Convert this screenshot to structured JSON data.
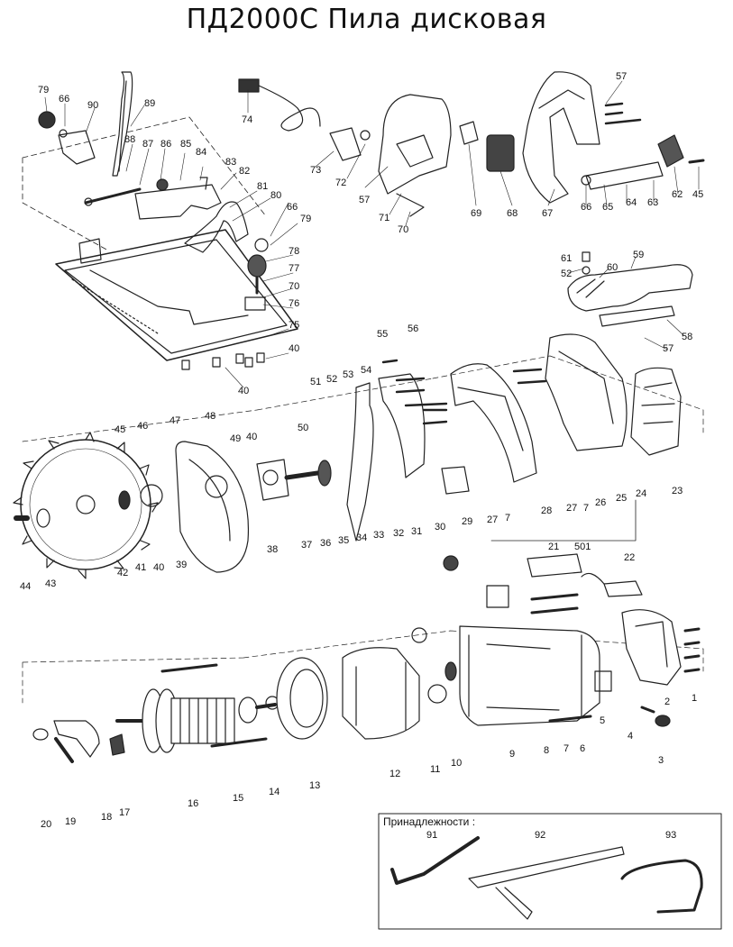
{
  "model": {
    "title": "ПД2000С   Пила дисковая"
  },
  "accessories_box": {
    "label": "Принадлежности :"
  },
  "part_numbers": {
    "p1": "1",
    "p2": "2",
    "p3": "3",
    "p4": "4",
    "p5": "5",
    "p6": "6",
    "p7": "7",
    "p8": "8",
    "p9": "9",
    "p10": "10",
    "p11": "11",
    "p12": "12",
    "p13": "13",
    "p14": "14",
    "p15": "15",
    "p16": "16",
    "p17": "17",
    "p18": "18",
    "p19": "19",
    "p20": "20",
    "p21": "21",
    "p22": "22",
    "p23": "23",
    "p24": "24",
    "p25": "25",
    "p26": "26",
    "p27a": "27",
    "p27b": "27",
    "p7a": "7",
    "p7b": "7",
    "p28": "28",
    "p29": "29",
    "p30": "30",
    "p31": "31",
    "p32": "32",
    "p33": "33",
    "p34": "34",
    "p35": "35",
    "p36": "36",
    "p37": "37",
    "p38": "38",
    "p39": "39",
    "p40a": "40",
    "p40b": "40",
    "p40c": "40",
    "p40d": "40",
    "p41": "41",
    "p42": "42",
    "p43": "43",
    "p44": "44",
    "p45": "45",
    "p45b": "45",
    "p46": "46",
    "p47": "47",
    "p48": "48",
    "p49": "49",
    "p50": "50",
    "p51": "51",
    "p52": "52",
    "p52b": "52",
    "p53": "53",
    "p54": "54",
    "p55": "55",
    "p56": "56",
    "p57a": "57",
    "p57b": "57",
    "p57c": "57",
    "p58": "58",
    "p59": "59",
    "p60": "60",
    "p61": "61",
    "p62": "62",
    "p63": "63",
    "p64": "64",
    "p65": "65",
    "p66a": "66",
    "p66b": "66",
    "p66c": "66",
    "p67": "67",
    "p68": "68",
    "p69": "69",
    "p70a": "70",
    "p70b": "70",
    "p71": "71",
    "p72": "72",
    "p73": "73",
    "p74": "74",
    "p75": "75",
    "p76": "76",
    "p77": "77",
    "p78": "78",
    "p79a": "79",
    "p79b": "79",
    "p80": "80",
    "p81": "81",
    "p82": "82",
    "p83": "83",
    "p84": "84",
    "p85": "85",
    "p86": "86",
    "p87": "87",
    "p88": "88",
    "p89": "89",
    "p90": "90",
    "p91": "91",
    "p92": "92",
    "p93": "93",
    "p501": "501"
  }
}
